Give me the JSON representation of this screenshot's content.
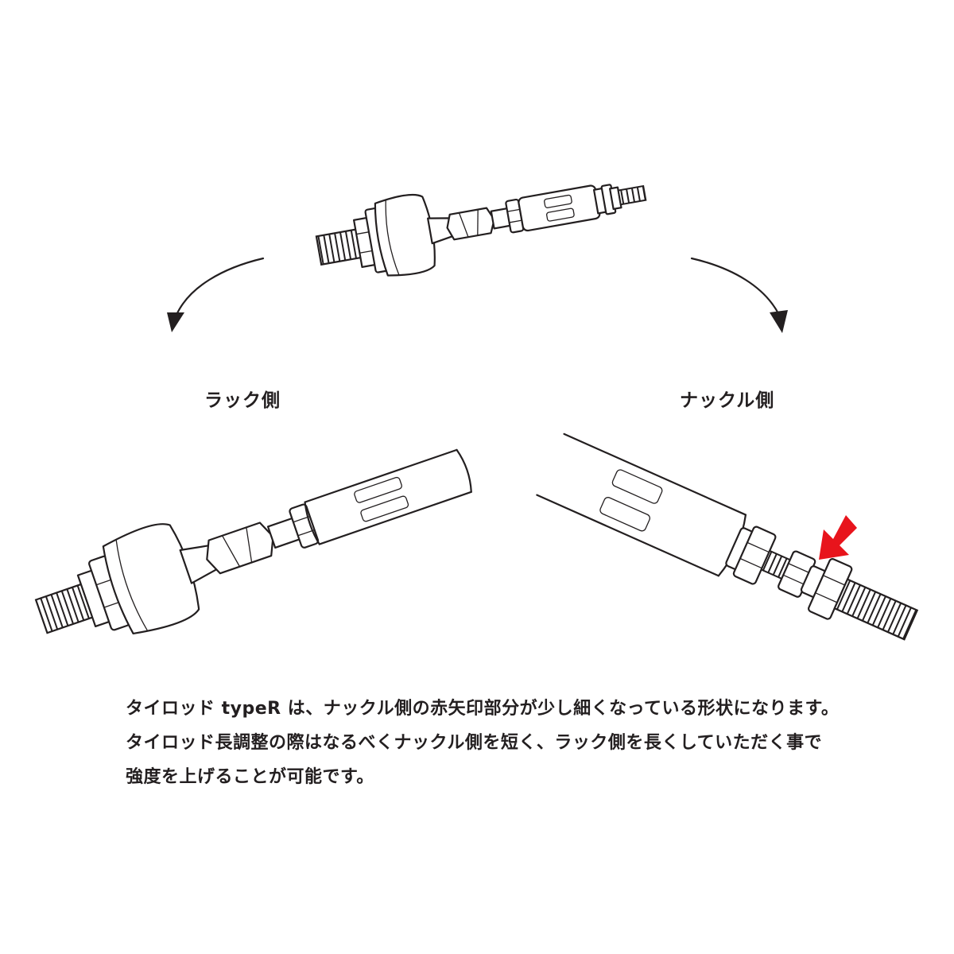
{
  "labels": {
    "rack_side": "ラック側",
    "knuckle_side": "ナックル側"
  },
  "description": [
    "タイロッド typeR は、ナックル側の赤矢印部分が少し細くなっている形状になります。",
    "タイロッド長調整の際はなるべくナックル側を短く、ラック側を長くしていただく事で",
    "強度を上げることが可能です。"
  ],
  "colors": {
    "line": "#231f20",
    "highlight_arrow": "#e8141c",
    "background": "#ffffff"
  }
}
